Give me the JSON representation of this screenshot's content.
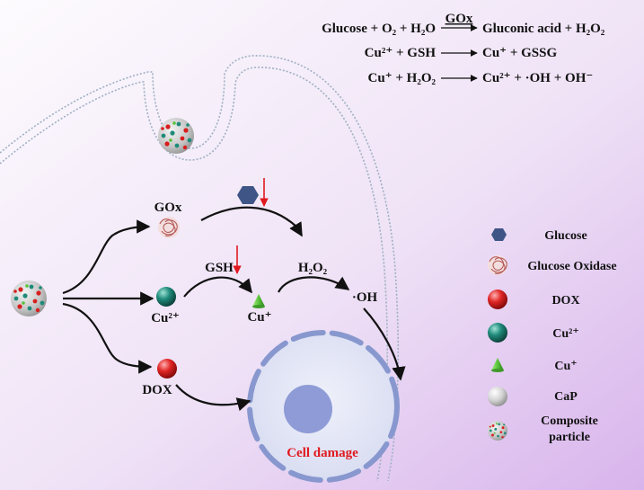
{
  "equations": [
    {
      "left": "Glucose + O₂ + H₂O",
      "over": "GOx",
      "right": "Gluconic acid + H₂O₂"
    },
    {
      "left": "Cu²⁺ + GSH",
      "over": "",
      "right": "Cu⁺ + GSSG"
    },
    {
      "left": "Cu⁺ + H₂O₂",
      "over": "",
      "right": "Cu²⁺ + ·OH + OH⁻"
    }
  ],
  "labels": {
    "gox": "GOx",
    "cu2": "Cu²⁺",
    "dox": "DOX",
    "gsh": "GSH",
    "h2o2": "H₂O₂",
    "cu1": "Cu⁺",
    "oh": "·OH",
    "cell_damage": "Cell damage"
  },
  "legend": [
    {
      "icon": "glucose-hexagon-icon",
      "label": "Glucose"
    },
    {
      "icon": "glucose-oxidase-icon",
      "label": "Glucose Oxidase"
    },
    {
      "icon": "dox-sphere-icon",
      "label": "DOX"
    },
    {
      "icon": "cu2-sphere-icon",
      "label": "Cu²⁺"
    },
    {
      "icon": "cu1-cone-icon",
      "label": "Cu⁺"
    },
    {
      "icon": "cap-sphere-icon",
      "label": "CaP"
    },
    {
      "icon": "composite-particle-icon",
      "label": "Composite particle",
      "label_line1": "Composite",
      "label_line2": "particle"
    }
  ],
  "colors": {
    "background_light": "#fbf7fd",
    "background_purple": "#d9b6ee",
    "membrane": "#a3b4c4",
    "nucleus_fill": "#dfe2f3",
    "nucleus_border": "#8898cf",
    "nucleolus": "#8e9bd6",
    "glucose": "#3f5586",
    "dox": "#d81e1e",
    "cu2": "#1f8a7a",
    "cu1": "#5ac33b",
    "cap": "#d2d2d2",
    "gox": "#b55a5a",
    "arrow": "#111111",
    "red_arrow": "#e0191f",
    "cell_damage_text": "#e0191f"
  }
}
